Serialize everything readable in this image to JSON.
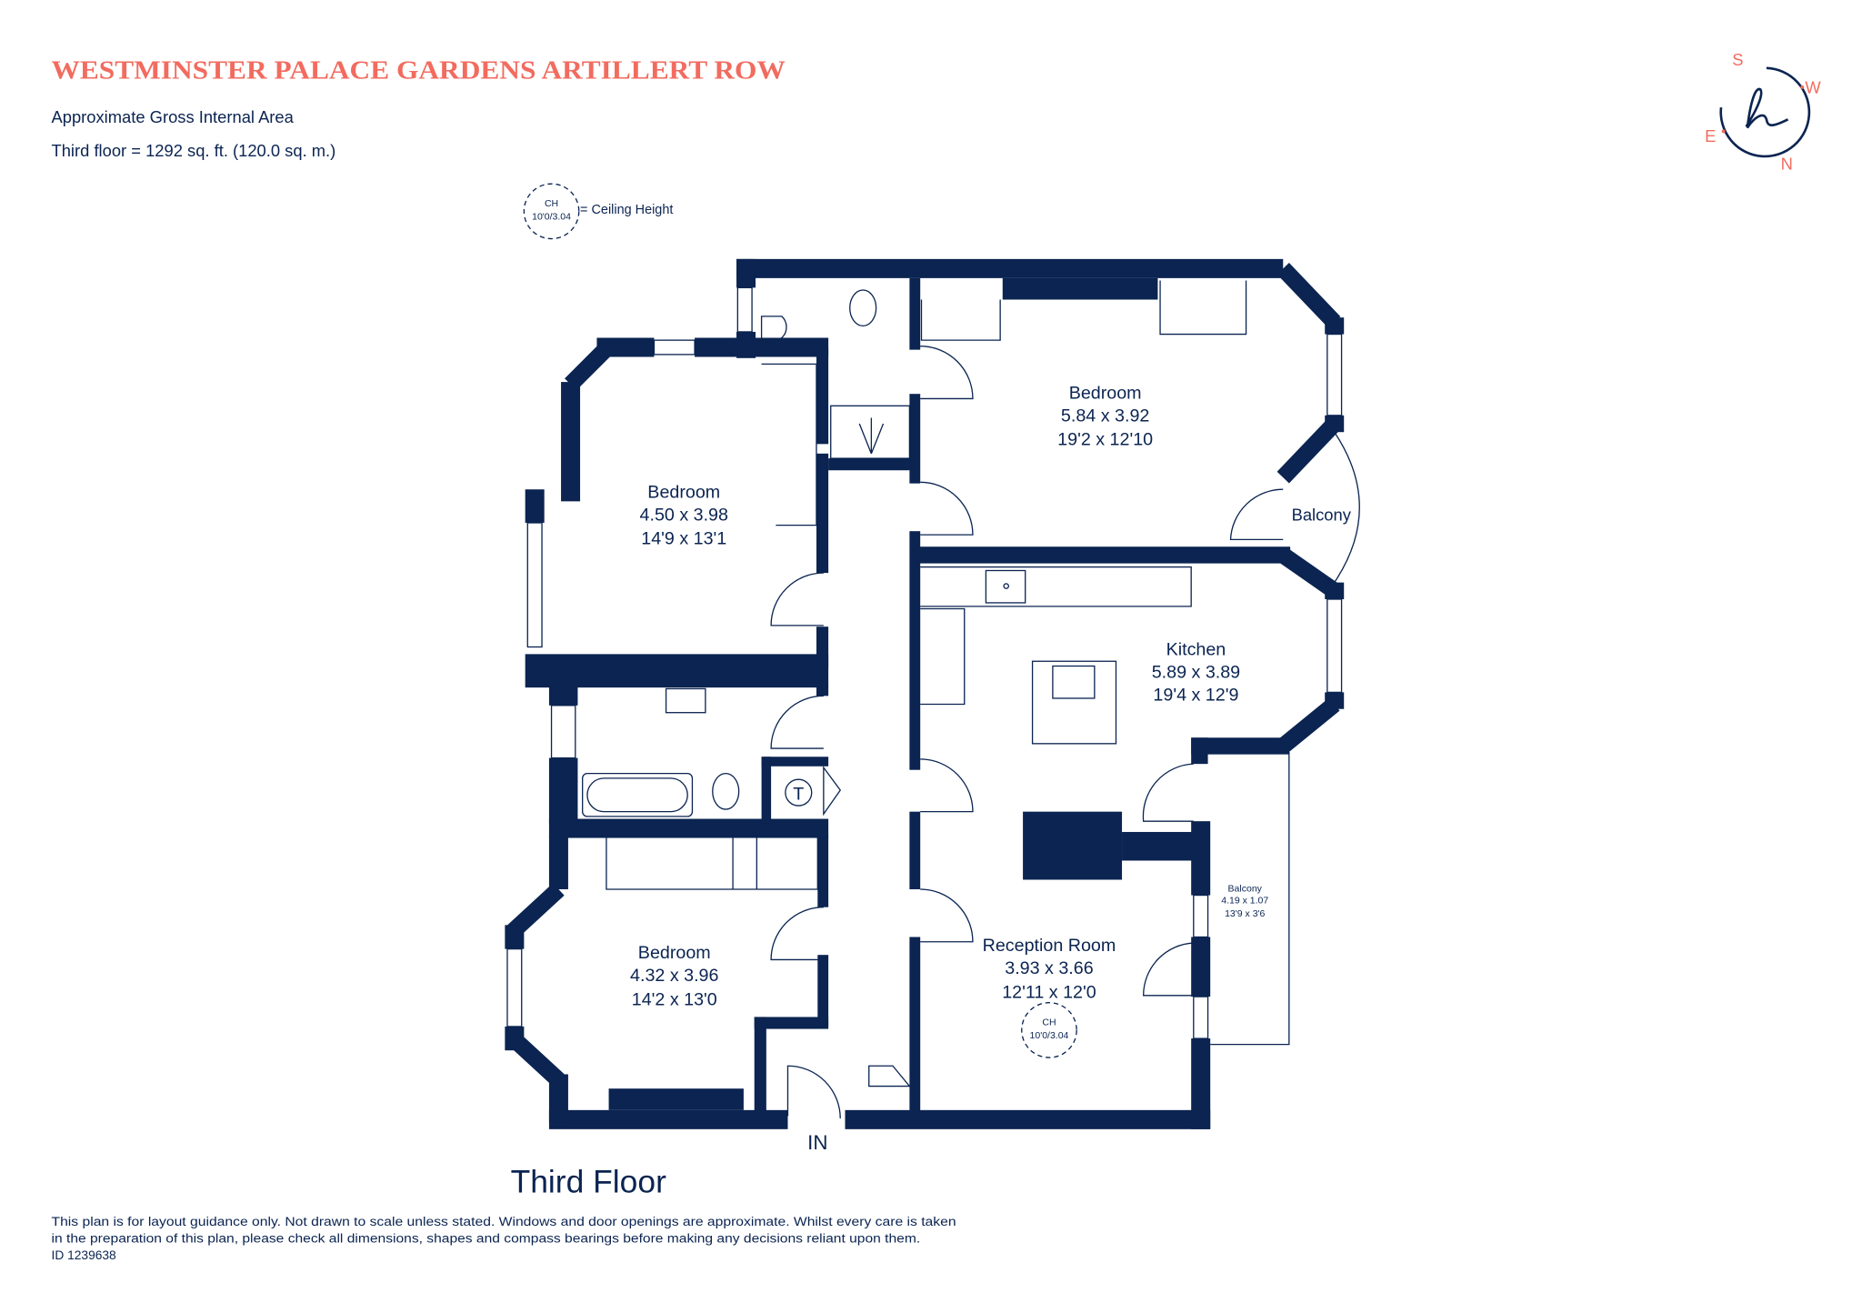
{
  "header": {
    "title": "WESTMINSTER PALACE GARDENS ARTILLERT ROW",
    "area_label": "Approximate Gross Internal Area",
    "area_value": "Third floor = 1292 sq. ft. (120.0 sq. m.)"
  },
  "legend": {
    "ch_label": "CH",
    "ch_value": "10'0/3.04",
    "ch_meaning": "= Ceiling Height"
  },
  "compass": {
    "s": "S",
    "w": "W",
    "e": "E",
    "n": "N",
    "logo": "h"
  },
  "rooms": [
    {
      "name": "Bedroom",
      "metric": "5.84 x 3.92",
      "imperial": "19'2 x 12'10"
    },
    {
      "name": "Bedroom",
      "metric": "4.50 x 3.98",
      "imperial": "14'9 x 13'1"
    },
    {
      "name": "Kitchen",
      "metric": "5.89 x 3.89",
      "imperial": "19'4 x 12'9"
    },
    {
      "name": "Bedroom",
      "metric": "4.32 x 3.96",
      "imperial": "14'2 x 13'0"
    },
    {
      "name": "Reception Room",
      "metric": "3.93 x 3.66",
      "imperial": "12'11 x 12'0"
    }
  ],
  "balcony_bay": "Balcony",
  "balcony_small": {
    "name": "Balcony",
    "metric": "4.19 x 1.07",
    "imperial": "13'9 x 3'6"
  },
  "reception_ch": {
    "label": "CH",
    "value": "10'0/3.04"
  },
  "cupboard_label": "T",
  "entrance": "IN",
  "floor_title": "Third Floor",
  "footer": {
    "line1": "This plan is for layout guidance only. Not drawn to scale unless stated. Windows and door openings are approximate. Whilst every care is taken",
    "line2": "in the preparation of this plan, please check all dimensions, shapes and compass bearings before making any decisions reliant upon them.",
    "id": "ID 1239638"
  },
  "colors": {
    "navy": "#0b2451",
    "coral": "#f26b5f"
  }
}
